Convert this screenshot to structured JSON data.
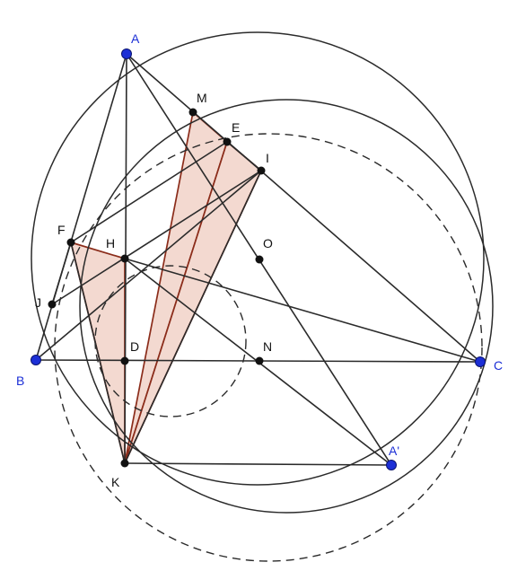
{
  "colors": {
    "triangle_fill": "#f3d9d0",
    "triangle_stroke": "#8b2c1a",
    "black_point": "#111111",
    "blue_point": "#1c2fd6"
  },
  "points": {
    "A": "A",
    "M": "M",
    "E": "E",
    "I": "I",
    "F": "F",
    "H": "H",
    "O": "O",
    "J": "J",
    "D": "D",
    "N": "N",
    "B": "B",
    "C": "C",
    "A_prime": "A'",
    "K": "K"
  }
}
